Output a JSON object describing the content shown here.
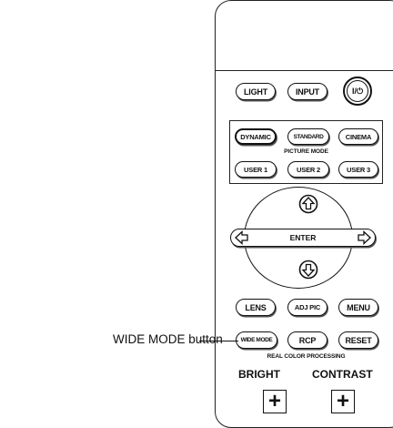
{
  "callout": {
    "label": "WIDE MODE button"
  },
  "remote": {
    "row1": {
      "light": "LIGHT",
      "input": "INPUT",
      "power": "I/⏻"
    },
    "picture_mode": {
      "dynamic": "DYNAMIC",
      "standard": "STANDARD",
      "cinema": "CINEMA",
      "caption": "PICTURE MODE",
      "user1": "USER 1",
      "user2": "USER 2",
      "user3": "USER 3"
    },
    "dpad": {
      "enter": "ENTER"
    },
    "row_lens": {
      "lens": "LENS",
      "adj_pic": "ADJ PIC",
      "menu": "MENU"
    },
    "row_wide": {
      "wide_mode": "WIDE MODE",
      "rcp": "RCP",
      "reset": "RESET"
    },
    "rcp_caption": "REAL COLOR PROCESSING",
    "bright": {
      "label": "BRIGHT",
      "plus": "+"
    },
    "contrast": {
      "label": "CONTRAST",
      "plus": "+"
    }
  }
}
